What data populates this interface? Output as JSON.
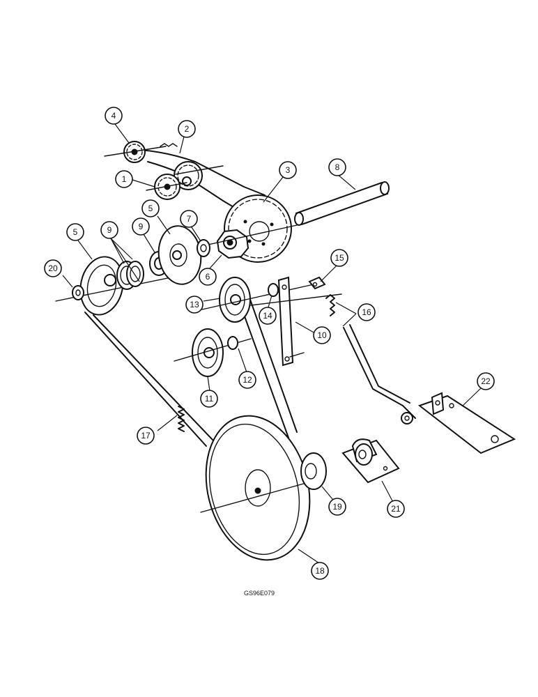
{
  "callouts": {
    "c1": "1",
    "c2": "2",
    "c3": "3",
    "c4": "4",
    "c5a": "5",
    "c5b": "5",
    "c6": "6",
    "c7": "7",
    "c8": "8",
    "c9a": "9",
    "c9b": "9",
    "c10": "10",
    "c11": "11",
    "c12": "12",
    "c13": "13",
    "c14": "14",
    "c15": "15",
    "c16": "16",
    "c17": "17",
    "c18": "18",
    "c19": "19",
    "c20": "20",
    "c21": "21",
    "c22": "22"
  },
  "figure_code": "GS96E079"
}
